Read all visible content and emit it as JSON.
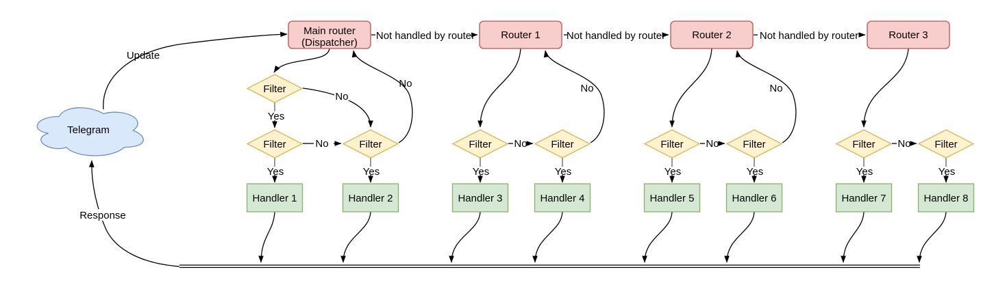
{
  "diagram": {
    "cloud_label": "Telegram",
    "dispatcher": {
      "line1": "Main router",
      "line2": "(Dispatcher)"
    },
    "routers": [
      "Router 1",
      "Router 2",
      "Router 3"
    ],
    "filter_label": "Filter",
    "handlers": [
      "Handler 1",
      "Handler 2",
      "Handler 3",
      "Handler 4",
      "Handler 5",
      "Handler 6",
      "Handler 7",
      "Handler 8"
    ],
    "labels": {
      "update": "Update",
      "response": "Response",
      "not_handled": "Not handled by router",
      "yes": "Yes",
      "no": "No"
    },
    "colors": {
      "router_fill": "#f8cecc",
      "router_stroke": "#b85450",
      "filter_fill": "#fff2cc",
      "filter_stroke": "#d6b656",
      "handler_fill": "#d5e8d4",
      "handler_stroke": "#82b366",
      "cloud_fill": "#dae8fc",
      "cloud_stroke": "#6c8ebf",
      "edge_color": "#000000",
      "stub_color": "#8c8c8c"
    }
  }
}
